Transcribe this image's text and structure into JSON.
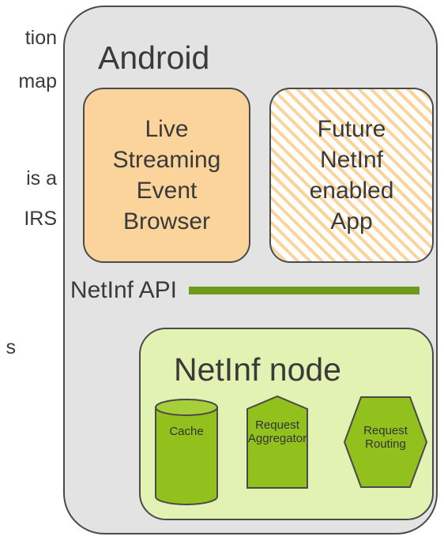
{
  "left_fragments": {
    "line1": "tion",
    "line2": "map",
    "line3": "is a",
    "line4": "IRS",
    "line5": "s"
  },
  "diagram": {
    "android_label": "Android",
    "apps": {
      "live": "Live\nStreaming\nEvent\nBrowser",
      "future": "Future\nNetInf\nenabled\nApp"
    },
    "api_label": "NetInf API",
    "node": {
      "title": "NetInf node",
      "cache": "Cache",
      "aggregator": "Request\nAggregator",
      "routing": "Request\nRouting"
    }
  },
  "colors": {
    "container_gray": "#e3e3e3",
    "app_orange": "#fbd49c",
    "node_green": "#e1f2b3",
    "component_green": "#92c11d",
    "api_line": "#6e9a1e"
  }
}
